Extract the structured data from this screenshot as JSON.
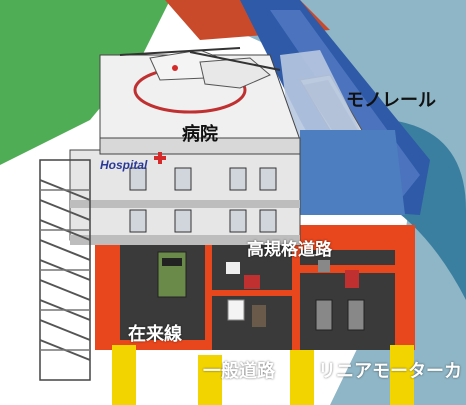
{
  "labels": {
    "monorail": "モノレール",
    "hospital": "病院",
    "expressway": "高規格道路",
    "conventional_line": "在来線",
    "general_road": "一般道路",
    "maglev": "リニアモーターカ"
  },
  "sign": {
    "text": "Hospital"
  },
  "colors": {
    "grass": "#4fae55",
    "water": "#8fb6c6",
    "frame": "#e8461c",
    "pillar": "#f2d500",
    "building": "#e8e8e8",
    "roof": "#f0f0f0"
  }
}
